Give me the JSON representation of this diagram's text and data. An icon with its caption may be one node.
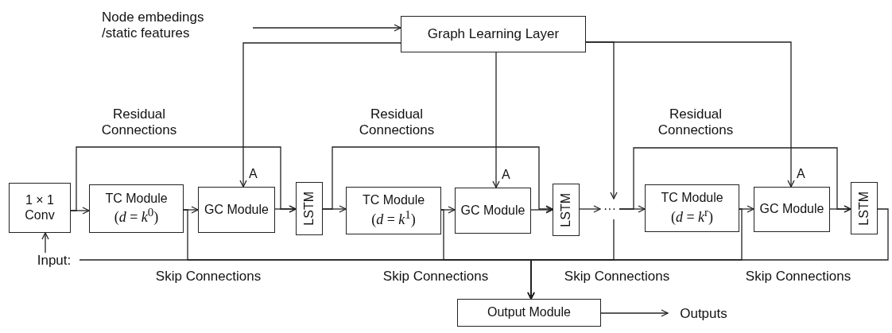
{
  "diagram": {
    "nodes": [
      {
        "text": [
          "Node embedings /static features"
        ]
      },
      {
        "text": [
          "Graph Learning Layer"
        ]
      },
      {
        "text": [
          "1 × 1 Conv"
        ]
      },
      {
        "text": [
          "TC Module",
          "(*d* = *k*$^{0}$)"
        ]
      },
      {
        "text": [
          "GC Module"
        ]
      },
      {
        "text": [
          "LSTM"
        ]
      },
      {
        "text": [
          "TC Module",
          "(*d* = *k*$^{1}$)"
        ]
      },
      {
        "text": [
          "GC Module"
        ]
      },
      {
        "text": [
          "LSTM"
        ]
      },
      {
        "text": [
          "···"
        ]
      },
      {
        "text": [
          "TC Module",
          "(*d* = *k*$^{r}$)"
        ]
      },
      {
        "text": [
          "GC Module"
        ]
      },
      {
        "text": [
          "LSTM"
        ]
      },
      {
        "text": [
          "Input:"
        ]
      },
      {
        "text": [
          "Output Module"
        ]
      },
      {
        "text": [
          "Outputs"
        ]
      }
    ],
    "edges": [
      {
        "from": 0,
        "to": 1,
        "arrow": "to"
      },
      {
        "from": 1,
        "to": 4,
        "arrow": "to",
        "label": "A"
      },
      {
        "from": 1,
        "to": 7,
        "arrow": "to",
        "label": "A"
      },
      {
        "from": 1,
        "to": 9,
        "arrow": "to"
      },
      {
        "from": 1,
        "to": 11,
        "arrow": "to",
        "label": "A"
      },
      {
        "from": 13,
        "to": 2,
        "arrow": "to"
      },
      {
        "from": 2,
        "to": 3,
        "arrow": "to"
      },
      {
        "from": 3,
        "to": 4,
        "arrow": "to"
      },
      {
        "from": 4,
        "to": 5,
        "arrow": "to"
      },
      {
        "from": 5,
        "to": 6,
        "arrow": "to"
      },
      {
        "from": 6,
        "to": 7,
        "arrow": "to"
      },
      {
        "from": 7,
        "to": 8,
        "arrow": "to"
      },
      {
        "from": 8,
        "to": 9,
        "arrow": "to"
      },
      {
        "from": 9,
        "to": 10,
        "arrow": "to"
      },
      {
        "from": 10,
        "to": 11,
        "arrow": "to"
      },
      {
        "from": 11,
        "to": 12,
        "arrow": "to"
      },
      {
        "from": 2,
        "to": 5,
        "arrow": "to"
      },
      {
        "from": 5,
        "to": 8,
        "arrow": "to"
      },
      {
        "from": 9,
        "to": 12,
        "arrow": "to"
      },
      {
        "from": 13,
        "to": 14,
        "arrow": "to"
      },
      {
        "from": 3,
        "to": 14,
        "arrow": "to"
      },
      {
        "from": 6,
        "to": 14,
        "arrow": "to"
      },
      {
        "from": 9,
        "to": 14,
        "arrow": "to"
      },
      {
        "from": 10,
        "to": 14,
        "arrow": "to"
      },
      {
        "from": 12,
        "to": 14,
        "arrow": "to"
      },
      {
        "from": 14,
        "to": 15,
        "arrow": "to"
      }
    ],
    "labels": [
      "Residual Connections",
      "Residual Connections",
      "Residual Connections",
      "Skip Connections",
      "Skip Connections",
      "Skip Connections",
      "Skip Connections"
    ]
  }
}
